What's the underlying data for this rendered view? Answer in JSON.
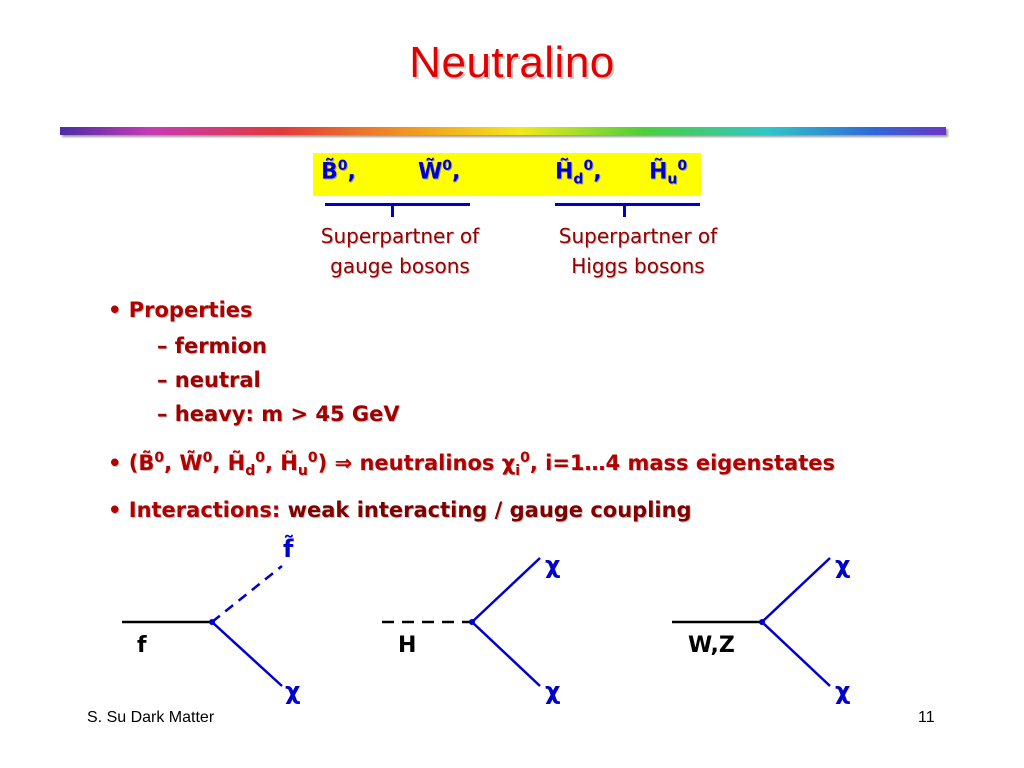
{
  "title": "Neutralino",
  "fields": {
    "b": "B̃",
    "b_sup": "0",
    "b_sep": ",",
    "w": "W̃",
    "w_sup": "0",
    "w_sep": ",",
    "hd": "H̃",
    "hd_sub": "d",
    "hd_sup": "0",
    "hd_sep": ",",
    "hu": "H̃",
    "hu_sub": "u",
    "hu_sup": "0"
  },
  "captions": {
    "gauge_line1": "Superpartner of",
    "gauge_line2": "gauge bosons",
    "higgs_line1": "Superpartner of",
    "higgs_line2": "Higgs bosons"
  },
  "bullets": {
    "symbol": "•",
    "properties": {
      "label": "Properties",
      "items": [
        "– fermion",
        "– neutral",
        "– heavy: m > 45 GeV"
      ]
    },
    "mixing": {
      "open": "(",
      "b": "B̃",
      "b_sup": "0",
      "w": "W̃",
      "w_sup": "0",
      "hd": "H̃",
      "hd_sub": "d",
      "hd_sup": "0",
      "hu": "H̃",
      "hu_sub": "u",
      "hu_sup": "0",
      "close": ")",
      "arrow": "⇒",
      "text": "neutralinos",
      "chi": "χ",
      "chi_sub": "i",
      "chi_sup": "0",
      "rest": ", i=1…4 mass eigenstates",
      "sep": ","
    },
    "interactions": {
      "label": "Interactions:",
      "text": "weak interacting / gauge coupling"
    }
  },
  "diagrams": [
    {
      "incoming": "f",
      "top": "f̃",
      "bottom": "χ"
    },
    {
      "incoming": "H",
      "top": "χ",
      "bottom": "χ"
    },
    {
      "incoming": "W,Z",
      "top": "χ",
      "bottom": "χ"
    }
  ],
  "footer": {
    "left": "S. Su Dark Matter",
    "page": "11"
  },
  "colors": {
    "title": "#e00000",
    "field_box": "#ffff00",
    "field_text": "#0000cc",
    "caption": "#990000",
    "bullet": "#b00000",
    "diagram_line": "#0000cc"
  }
}
